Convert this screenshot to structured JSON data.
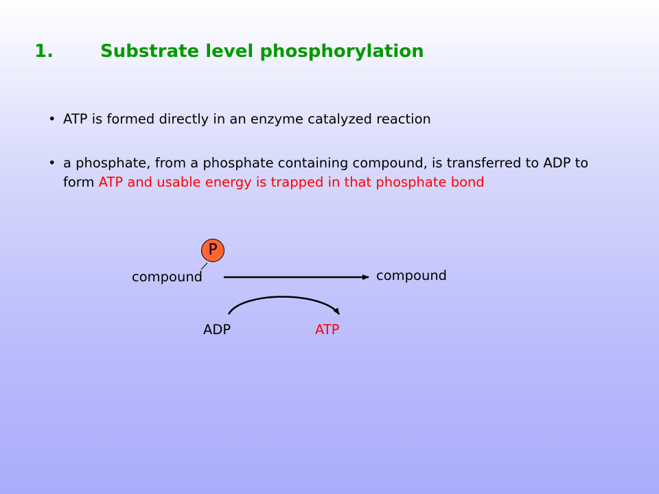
{
  "title": {
    "number": "1.",
    "text": "Substrate level phosphorylation",
    "color": "#009900"
  },
  "bullets": [
    {
      "marker": "•",
      "text": "ATP is formed directly in an enzyme catalyzed reaction"
    },
    {
      "marker": "•",
      "text_plain": "a phosphate, from a phosphate containing compound, is transferred to ADP to form ",
      "text_highlight": "ATP and usable energy is trapped in that phosphate bond"
    }
  ],
  "diagram": {
    "phosphate_label": "P",
    "reactant": "compound",
    "product": "compound",
    "cofactor_in": "ADP",
    "cofactor_out": "ATP",
    "phosphate_color": "#ff6633",
    "highlight_color": "#ff0000"
  }
}
